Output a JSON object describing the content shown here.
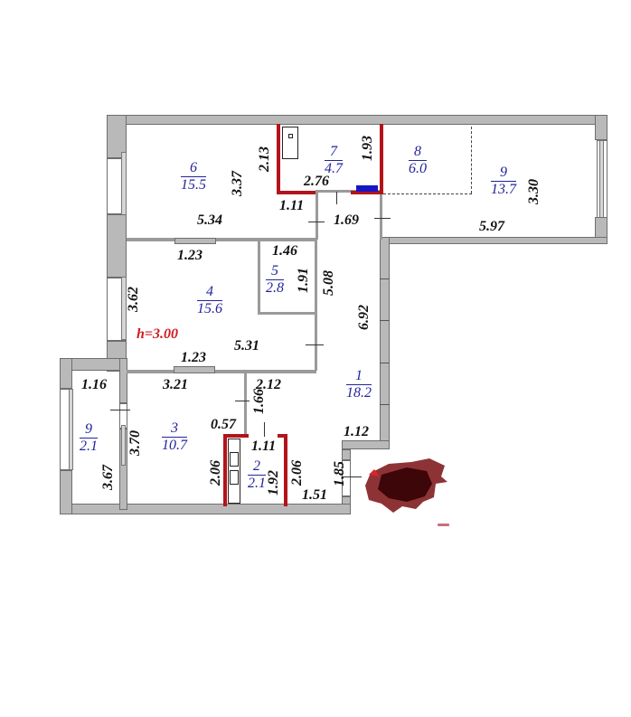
{
  "plan": {
    "ceiling_height": "h=3.00",
    "colors": {
      "wall": "#b9b9b9",
      "wet_zone_wall": "#b3141a",
      "room_label": "#23239a",
      "height_label": "#d01c22",
      "radiator": "#1616c4"
    },
    "rooms": [
      {
        "num": "1",
        "area": "18.2"
      },
      {
        "num": "2",
        "area": "2.1"
      },
      {
        "num": "3",
        "area": "10.7"
      },
      {
        "num": "4",
        "area": "15.6"
      },
      {
        "num": "5",
        "area": "2.8"
      },
      {
        "num": "6",
        "area": "15.5"
      },
      {
        "num": "7",
        "area": "4.7"
      },
      {
        "num": "8",
        "area": "6.0"
      },
      {
        "num": "9",
        "area": "13.7"
      },
      {
        "num": "9",
        "area": "2.1"
      }
    ],
    "dims": {
      "r6_h": "3.37",
      "r6_w": "5.34",
      "r7_left": "2.13",
      "r7_right": "1.93",
      "r7_w": "2.76",
      "door_111_top": "1.11",
      "hall_169": "1.69",
      "r9_h": "3.30",
      "r9_w": "5.97",
      "r4_top_123": "1.23",
      "r5_w": "1.46",
      "r5_h": "1.91",
      "hall_508": "5.08",
      "hall_692": "6.92",
      "r4_h": "3.62",
      "r4_w": "5.31",
      "r4_bot_123": "1.23",
      "balc_116": "1.16",
      "r3_w": "3.21",
      "r3_212": "2.12",
      "r3_166": "1.66",
      "r3_057": "0.57",
      "r3_h": "3.70",
      "balc_h": "3.67",
      "r2_w": "1.11",
      "r2_left": "2.06",
      "r2_inner": "1.92",
      "r2_right": "2.06",
      "hall_112": "1.12",
      "entry_185": "1.85",
      "entry_151": "1.51"
    }
  }
}
